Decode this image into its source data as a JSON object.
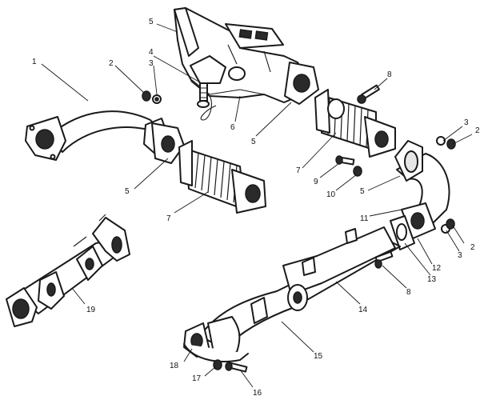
{
  "callouts": [
    {
      "id": "c1",
      "text": "1"
    },
    {
      "id": "c2a",
      "text": "2"
    },
    {
      "id": "c3a",
      "text": "3"
    },
    {
      "id": "c4",
      "text": "4"
    },
    {
      "id": "c5a",
      "text": "5"
    },
    {
      "id": "c6",
      "text": "6"
    },
    {
      "id": "c5b",
      "text": "5"
    },
    {
      "id": "c8a",
      "text": "8"
    },
    {
      "id": "c5c",
      "text": "5"
    },
    {
      "id": "c7a",
      "text": "7"
    },
    {
      "id": "c7b",
      "text": "7"
    },
    {
      "id": "c9",
      "text": "9"
    },
    {
      "id": "c10",
      "text": "10"
    },
    {
      "id": "c3b",
      "text": "3"
    },
    {
      "id": "c2b",
      "text": "2"
    },
    {
      "id": "c5d",
      "text": "5"
    },
    {
      "id": "c11",
      "text": "11"
    },
    {
      "id": "c2c",
      "text": "2"
    },
    {
      "id": "c3c",
      "text": "3"
    },
    {
      "id": "c12",
      "text": "12"
    },
    {
      "id": "c13",
      "text": "13"
    },
    {
      "id": "c8b",
      "text": "8"
    },
    {
      "id": "c14",
      "text": "14"
    },
    {
      "id": "c19",
      "text": "19"
    },
    {
      "id": "c15",
      "text": "15"
    },
    {
      "id": "c18",
      "text": "18"
    },
    {
      "id": "c17",
      "text": "17"
    },
    {
      "id": "c16",
      "text": "16"
    }
  ]
}
